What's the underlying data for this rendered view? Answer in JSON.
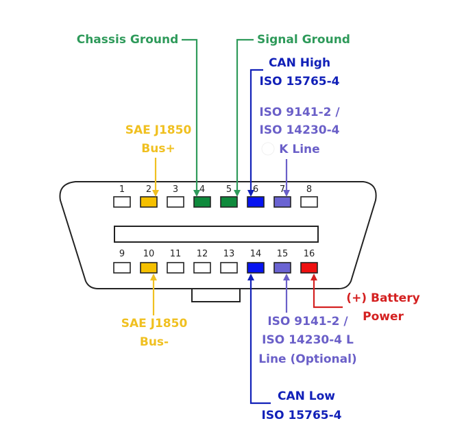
{
  "colors": {
    "chassis": "#2e9a5a",
    "signal": "#2e9a5a",
    "pin_green": "#0f8a3c",
    "can": "#1120b8",
    "can_pin": "#0714f0",
    "iso_text": "#6a5fc8",
    "iso_pin": "#6a63d2",
    "sae": "#f0c020",
    "sae_pin": "#f5c000",
    "battery": "#d42020",
    "battery_pin": "#ee1010",
    "outline": "#222222"
  },
  "pins_top": [
    "1",
    "2",
    "3",
    "4",
    "5",
    "6",
    "7",
    "8"
  ],
  "pins_bottom": [
    "9",
    "10",
    "11",
    "12",
    "13",
    "14",
    "15",
    "16"
  ],
  "labels": {
    "chassis_ground": "Chassis Ground",
    "signal_ground": "Signal Ground",
    "can_high_1": "CAN High",
    "can_high_2": "ISO 15765-4",
    "iso_k_1": "ISO 9141-2 /",
    "iso_k_2": "ISO 14230-4",
    "iso_k_3": "K Line",
    "sae_plus_1": "SAE J1850",
    "sae_plus_2": "Bus+",
    "sae_minus_1": "SAE J1850",
    "sae_minus_2": "Bus-",
    "iso_l_1": "ISO 9141-2 /",
    "iso_l_2": "ISO 14230-4 L",
    "iso_l_3": "Line (Optional)",
    "battery_1": "(+) Battery",
    "battery_2": "Power",
    "can_low_1": "CAN Low",
    "can_low_2": "ISO 15765-4"
  }
}
